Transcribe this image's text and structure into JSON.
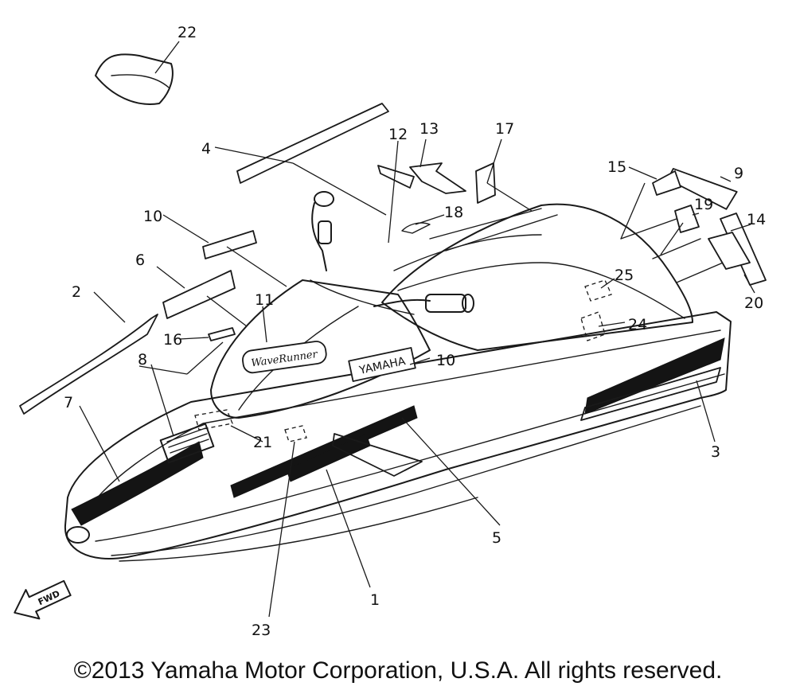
{
  "diagram": {
    "callouts": [
      {
        "id": "1",
        "text": "1"
      },
      {
        "id": "2",
        "text": "2"
      },
      {
        "id": "3",
        "text": "3"
      },
      {
        "id": "4",
        "text": "4"
      },
      {
        "id": "5",
        "text": "5"
      },
      {
        "id": "6",
        "text": "6"
      },
      {
        "id": "7",
        "text": "7"
      },
      {
        "id": "8",
        "text": "8"
      },
      {
        "id": "9",
        "text": "9"
      },
      {
        "id": "10a",
        "text": "10"
      },
      {
        "id": "10b",
        "text": "10"
      },
      {
        "id": "11",
        "text": "11"
      },
      {
        "id": "12",
        "text": "12"
      },
      {
        "id": "13",
        "text": "13"
      },
      {
        "id": "14",
        "text": "14"
      },
      {
        "id": "15",
        "text": "15"
      },
      {
        "id": "16",
        "text": "16"
      },
      {
        "id": "17",
        "text": "17"
      },
      {
        "id": "18",
        "text": "18"
      },
      {
        "id": "19",
        "text": "19"
      },
      {
        "id": "20",
        "text": "20"
      },
      {
        "id": "21",
        "text": "21"
      },
      {
        "id": "22",
        "text": "22"
      },
      {
        "id": "23",
        "text": "23"
      },
      {
        "id": "24",
        "text": "24"
      },
      {
        "id": "25",
        "text": "25"
      }
    ],
    "decal_text": {
      "yamaha": "YAMAHA",
      "waverunner": "WaveRunner",
      "fwd": "FWD"
    }
  },
  "footer": {
    "copyright": "©2013 Yamaha Motor Corporation, U.S.A. All rights reserved."
  }
}
